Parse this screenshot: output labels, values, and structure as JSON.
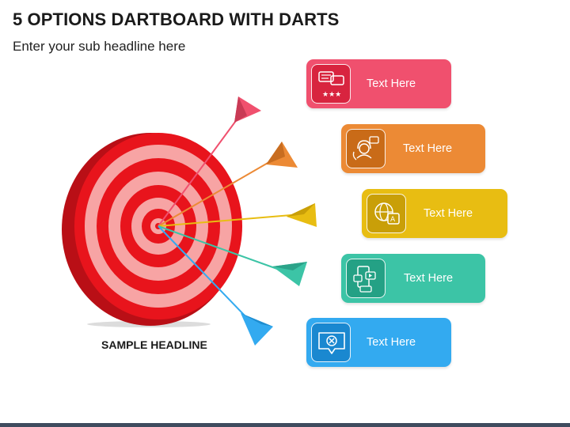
{
  "header": {
    "title": "5 OPTIONS DARTBOARD WITH DARTS",
    "subtitle": "Enter your sub headline here"
  },
  "board": {
    "headline": "SAMPLE HEADLINE",
    "colors": {
      "red": "#e8141c",
      "pink": "#f7a4a4",
      "dark": "#b90f16"
    }
  },
  "options": [
    {
      "label": "Text Here",
      "color": "#f0506e",
      "icon": "chat-rating-icon"
    },
    {
      "label": "Text Here",
      "color": "#ec8a35",
      "icon": "customer-support-headset-icon"
    },
    {
      "label": "Text Here",
      "color": "#e8bd12",
      "icon": "globe-translation-icon"
    },
    {
      "label": "Text Here",
      "color": "#3cc4a6",
      "icon": "mobile-messaging-icon"
    },
    {
      "label": "Text Here",
      "color": "#33aaf0",
      "icon": "cancel-message-icon"
    }
  ]
}
